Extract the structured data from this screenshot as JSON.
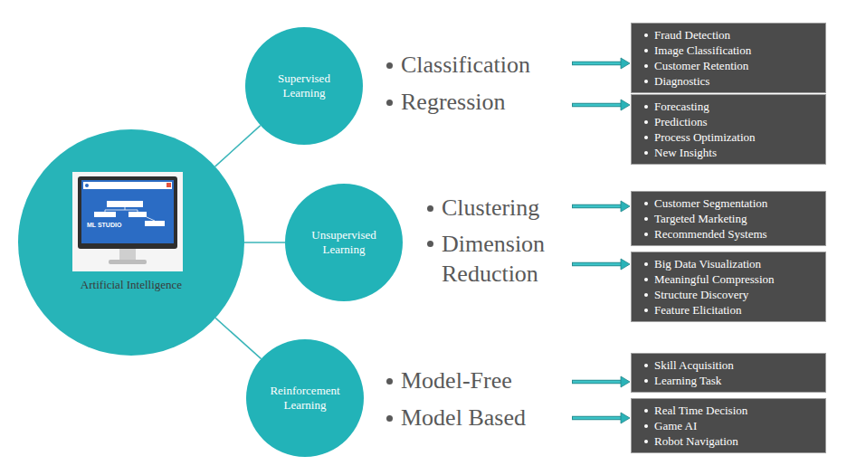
{
  "diagram": {
    "nodes": [
      {
        "text": [
          "Artificial Intelligence"
        ]
      },
      {
        "text": [
          "Supervised Learning"
        ]
      },
      {
        "text": [
          "Fraud Detection",
          "Image Classification",
          "Customer Retention",
          "Diagnostics"
        ]
      },
      {
        "text": [
          "Forecasting",
          "Predictions",
          "Process Optimization",
          "New Insights"
        ]
      },
      {
        "text": [
          "Unsupervised Learning"
        ]
      },
      {
        "text": [
          "Customer Segmentation",
          "Targeted Marketing",
          "Recommended Systems"
        ]
      },
      {
        "text": [
          "Big Data Visualization",
          "Meaningful Compression",
          "Structure Discovery",
          "Feature Elicitation"
        ]
      },
      {
        "text": [
          "Reinforcement Learning"
        ]
      },
      {
        "text": [
          "Skill Acquisition",
          "Learning Task"
        ]
      },
      {
        "text": [
          "Real Time Decision",
          "Game AI",
          "Robot Navigation"
        ]
      }
    ],
    "edges": [
      {
        "from": 0,
        "to": 1,
        "arrow": "none"
      },
      {
        "from": 0,
        "to": 4,
        "arrow": "none"
      },
      {
        "from": 0,
        "to": 7,
        "arrow": "none"
      }
    ],
    "labels": [
      "ML STUDIO",
      "Classification",
      "Regression",
      "Clustering",
      "Dimension Reduction",
      "Model-Free",
      "Model Based"
    ]
  }
}
